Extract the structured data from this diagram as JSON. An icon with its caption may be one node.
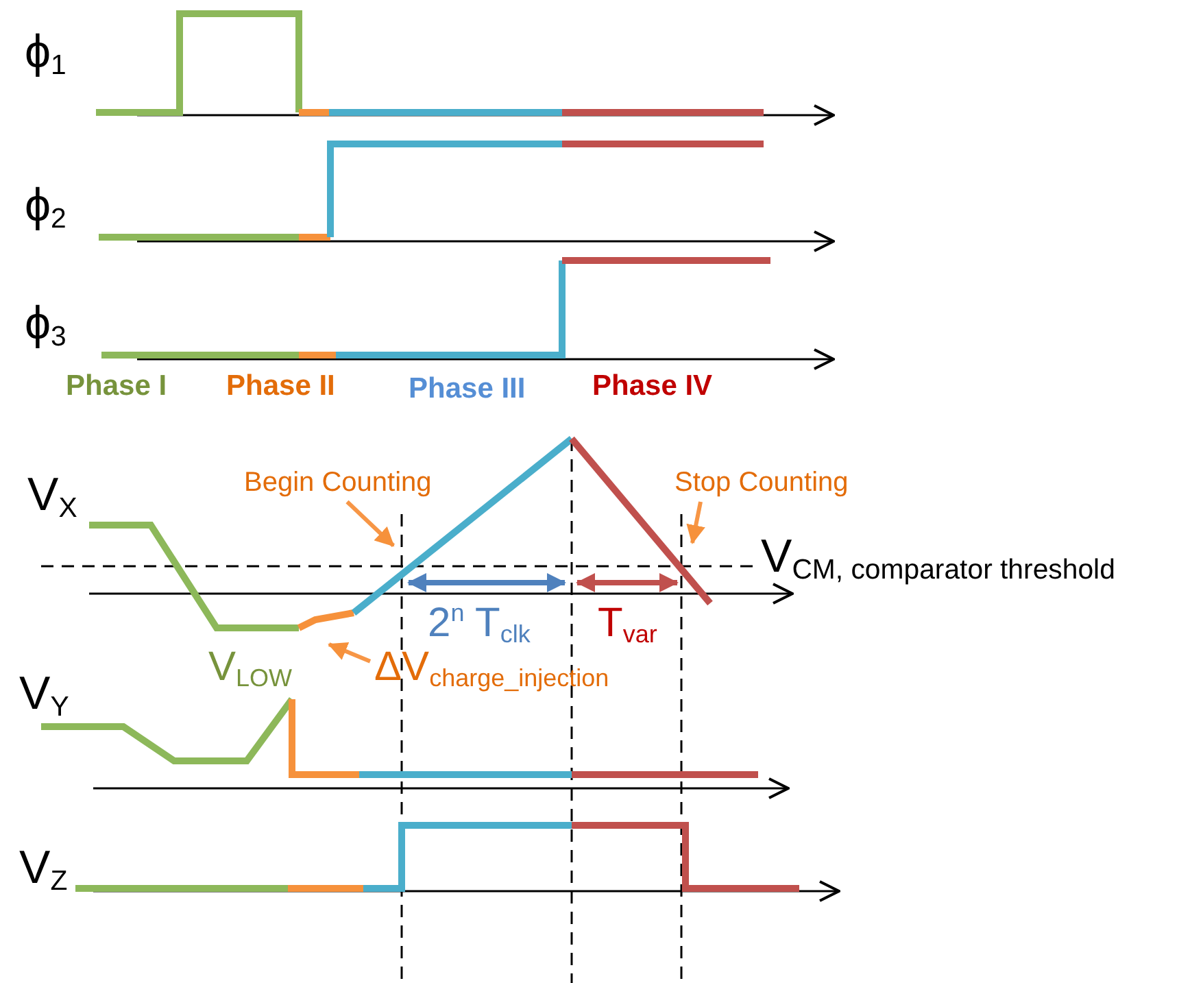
{
  "diagram": {
    "nodes": [
      {
        "text": [
          "Begin Counting"
        ]
      },
      {
        "text": [
          "Stop Counting"
        ]
      },
      {
        "text": [
          "ΔV$_{charge_injection}$"
        ]
      }
    ],
    "edges": [
      {
        "from": 0,
        "to": null,
        "arrow": "to"
      },
      {
        "from": 1,
        "to": null,
        "arrow": "to"
      },
      {
        "from": 2,
        "to": null,
        "arrow": "to"
      }
    ],
    "labels": [
      "ϕ$_{1}$",
      "ϕ$_{2}$",
      "ϕ$_{3}$",
      "Phase I",
      "Phase II",
      "Phase III",
      "Phase IV",
      "V$_{X}$",
      "V$_{CM, comparator threshold}$",
      "2$^{n}$ T$_{clk}$",
      "T$_{var}$",
      "V$_{LOW}$",
      "V$_{Y}$",
      "V$_{Z}$"
    ]
  }
}
